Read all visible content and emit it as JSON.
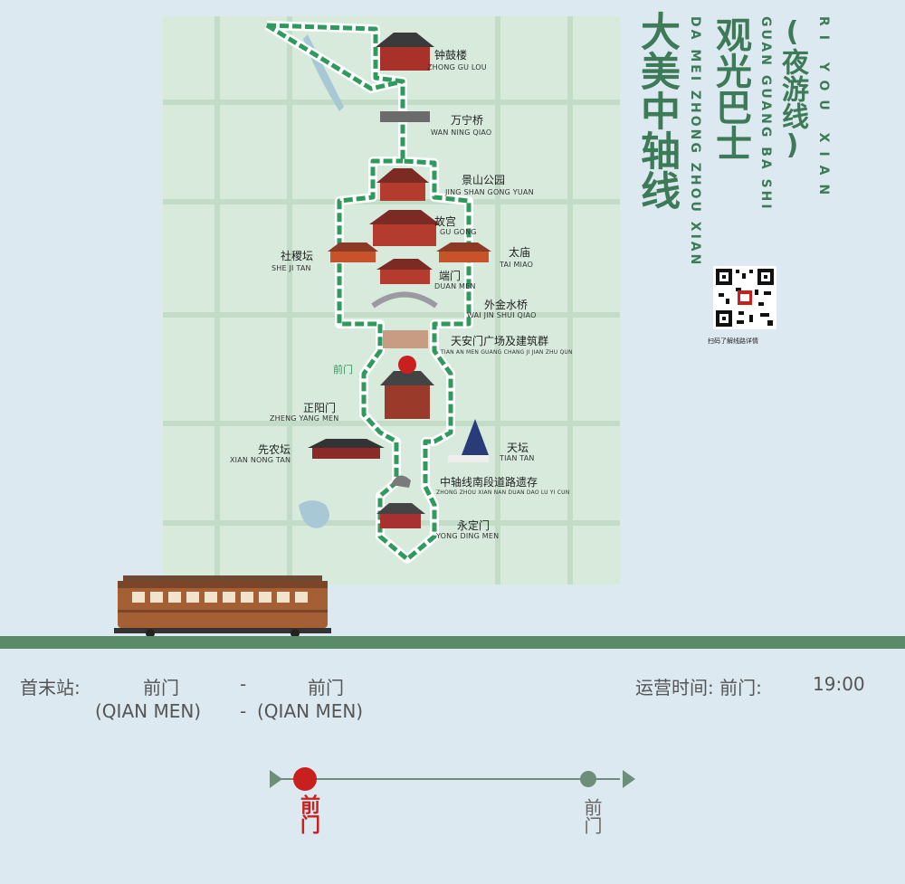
{
  "map": {
    "title_main": "大美中轴线",
    "title_main_pinyin": "DA MEI ZHONG ZHOU XIAN",
    "title_sub": "观光巴士",
    "title_sub_pinyin": "GUAN GUANG BA SHI",
    "title_paren": "(夜游线)",
    "title_paren_pinyin": "RI YOU XIAN",
    "qr_caption": "扫码了解线路详情",
    "landmarks": [
      {
        "id": "zhonggulou",
        "cn": "钟鼓楼",
        "py": "ZHONG GU LOU"
      },
      {
        "id": "wanningqiao",
        "cn": "万宁桥",
        "py": "WAN NING QIAO"
      },
      {
        "id": "jingshan",
        "cn": "景山公园",
        "py": "JING SHAN GONG YUAN"
      },
      {
        "id": "gugong",
        "cn": "故宫",
        "py": "GU GONG"
      },
      {
        "id": "shejitan",
        "cn": "社稷坛",
        "py": "SHE JI TAN"
      },
      {
        "id": "taimiao",
        "cn": "太庙",
        "py": "TAI MIAO"
      },
      {
        "id": "duanmen",
        "cn": "端门",
        "py": "DUAN MEN"
      },
      {
        "id": "waijinshuiqiao",
        "cn": "外金水桥",
        "py": "WAI JIN SHUI QIAO"
      },
      {
        "id": "tiananmen",
        "cn": "天安门广场及建筑群",
        "py": "TIAN AN MEN GUANG CHANG JI JIAN ZHU QUN"
      },
      {
        "id": "qianmen_dot",
        "cn": "前门",
        "py": ""
      },
      {
        "id": "zhengyangmen",
        "cn": "正阳门",
        "py": "ZHENG YANG MEN"
      },
      {
        "id": "xiannongtan",
        "cn": "先农坛",
        "py": "XIAN NONG TAN"
      },
      {
        "id": "tiantan",
        "cn": "天坛",
        "py": "TIAN TAN"
      },
      {
        "id": "nanduan",
        "cn": "中轴线南段道路遗存",
        "py": "ZHONG ZHOU XIAN NAN DUAN DAO LU YI CUN"
      },
      {
        "id": "yongdingmen",
        "cn": "永定门",
        "py": "YONG DING MEN"
      }
    ]
  },
  "info": {
    "terminal_label": "首末站:",
    "start_cn": "前门",
    "dash": "-",
    "end_cn": "前门",
    "start_py": "(QIAN MEN)",
    "end_py": "(QIAN MEN)",
    "hours_label": "运营时间: 前门:",
    "hours_time": "19:00"
  },
  "timeline": {
    "stations": [
      {
        "label": "前门",
        "current": true
      },
      {
        "label": "前门",
        "current": false
      }
    ]
  },
  "colors": {
    "route": "#2f9a5e",
    "current": "#c8201f",
    "title": "#3d7a57",
    "map_bg": "#d7eadc",
    "page_bg": "#dde9f0"
  }
}
